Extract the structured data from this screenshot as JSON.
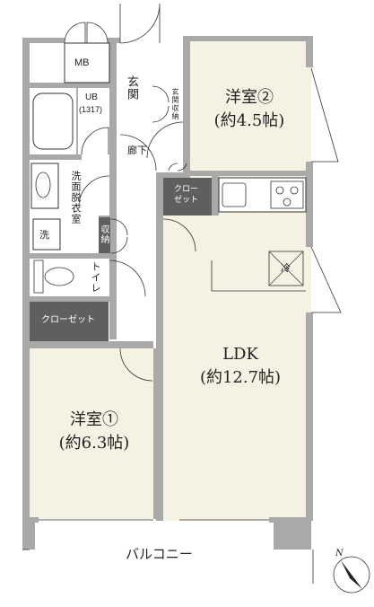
{
  "rooms": {
    "western2": {
      "name": "洋室②",
      "area": "(約4.5帖)"
    },
    "western1": {
      "name": "洋室①",
      "area": "(約6.3帖)"
    },
    "ldk": {
      "name": "LDK",
      "area": "(約12.7帖)"
    }
  },
  "labels": {
    "mb": "MB",
    "ub": "UB",
    "ub_size": "(1317)",
    "entrance": "玄関",
    "entrance_storage": "玄関収納",
    "hallway": "廊下",
    "washroom": "洗面脱衣室",
    "washer": "洗",
    "storage": "収納",
    "toilet": "トイレ",
    "closet_small": "クローゼット",
    "closet_small_line1": "クロー",
    "closet_small_line2": "ゼット",
    "closet_w1": "クローゼット",
    "fridge": "冷",
    "balcony": "バルコニー",
    "north": "N"
  },
  "colors": {
    "wall": "#a9a9a9",
    "room_fill": "#f5f1e3",
    "closet_fill": "#5f5f5f",
    "line": "#333333"
  }
}
